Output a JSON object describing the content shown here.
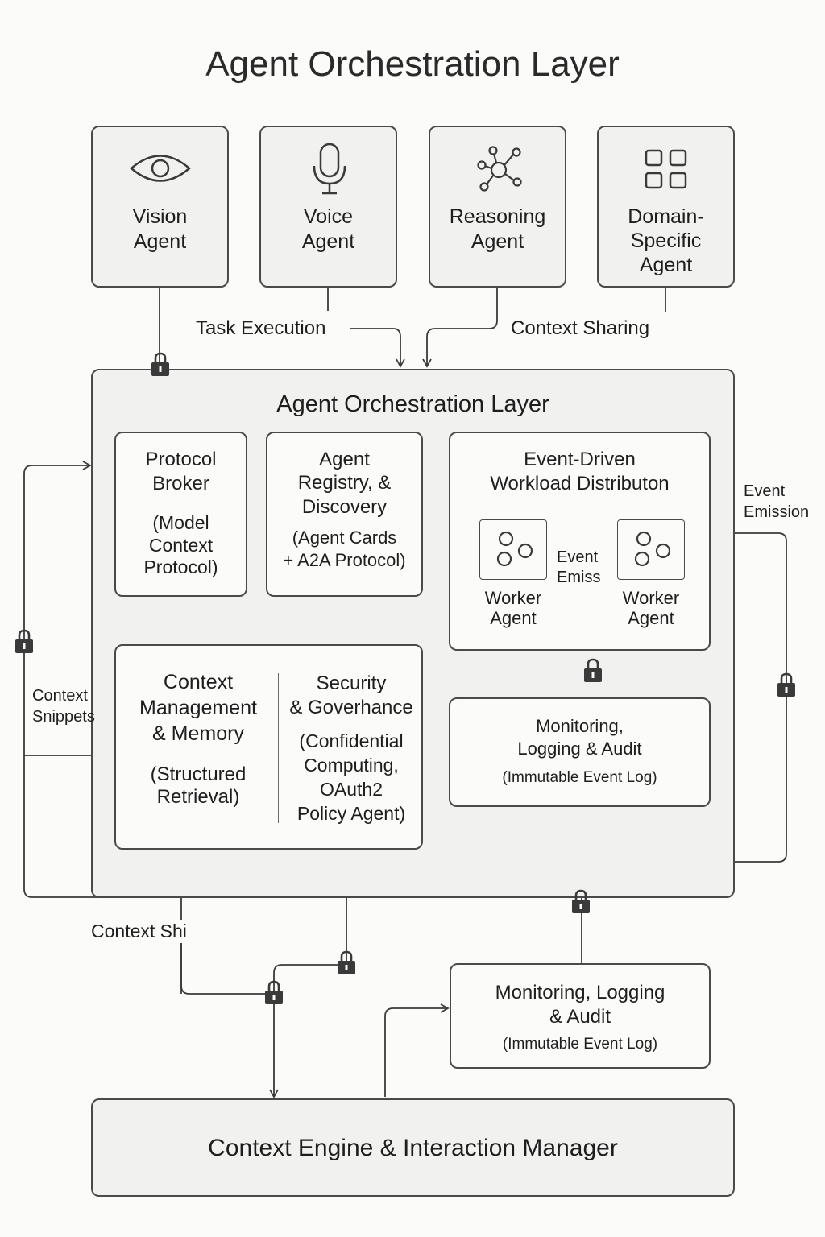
{
  "title": "Agent Orchestration Layer",
  "agents": [
    {
      "label": "Vision\nAgent",
      "icon": "eye-icon"
    },
    {
      "label": "Voice\nAgent",
      "icon": "microphone-icon"
    },
    {
      "label": "Reasoning\nAgent",
      "icon": "network-icon"
    },
    {
      "label": "Domain-\nSpecific\nAgent",
      "icon": "grid-icon"
    }
  ],
  "flow_labels": {
    "task_execution": "Task Execution",
    "context_sharing": "Context Sharing",
    "event_emission_right": "Event\nEmission",
    "context_snippets": "Context\nSnippets",
    "context_shi": "Context Shi",
    "event_emission_inner": "Event\nEmiss"
  },
  "orchestration": {
    "title": "Agent Orchestration Layer",
    "protocol_broker": {
      "title": "Protocol\nBroker",
      "sub": "(Model\nContext\nProtocol)"
    },
    "agent_registry": {
      "title": "Agent\nRegistry, &\nDiscovery",
      "sub": "(Agent Cards\n+ A2A Protocol)"
    },
    "event_driven": {
      "title": "Event-Driven\nWorkload Distributon",
      "worker_left": "Worker\nAgent",
      "worker_right": "Worker\nAgent"
    },
    "context_memory": {
      "title": "Context\nManagement\n& Memory",
      "sub": "(Structured\nRetrieval)"
    },
    "security": {
      "title": "Security\n& Goverhance",
      "sub": "(Confidential\nComputing,\nOAuth2\nPolicy Agent)"
    },
    "monitoring_inner": {
      "title": "Monitoring,\nLogging & Audit",
      "sub": "(Immutable Event Log)"
    }
  },
  "monitoring_outer": {
    "title": "Monitoring, Logging\n& Audit",
    "sub": "(Immutable Event Log)"
  },
  "context_engine": {
    "title": "Context Engine & Interaction Manager"
  },
  "colors": {
    "stroke": "#4a4a4a",
    "fill": "#f1f1f0",
    "background": "#fbfbfa",
    "lock": "#3a3a3a"
  }
}
